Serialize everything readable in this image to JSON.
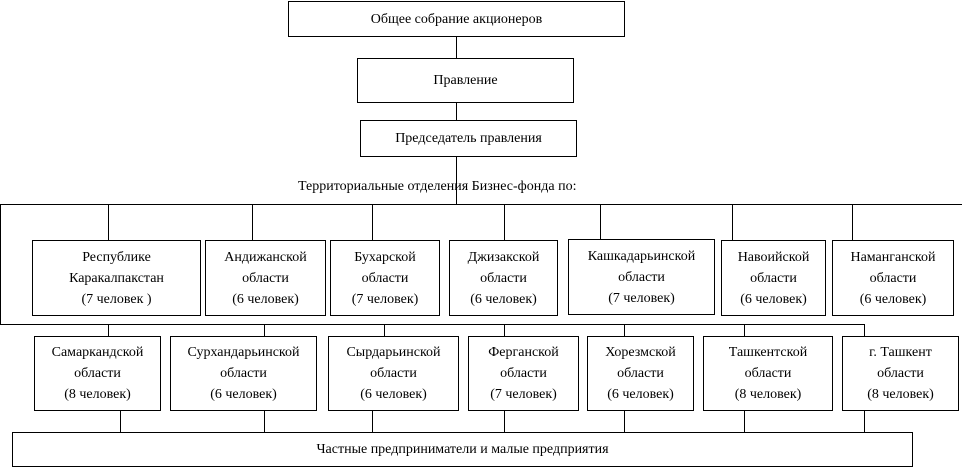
{
  "top": {
    "shareholders": "Общее собрание акционеров",
    "board": "Правление",
    "chairman": "Председатель правления"
  },
  "caption": "Территориальные отделения Бизнес-фонда по:",
  "branches_row1": [
    {
      "name": "Республике",
      "line2": "Каракалпакстан",
      "staff": "(7 человек )"
    },
    {
      "name": "Андижанской",
      "line2": "области",
      "staff": "(6 человек)"
    },
    {
      "name": "Бухарской",
      "line2": "области",
      "staff": "(7 человек)"
    },
    {
      "name": "Джизакской",
      "line2": "области",
      "staff": "(6 человек)"
    },
    {
      "name": "Кашкадарьинской",
      "line2": "области",
      "staff": "(7 человек)"
    },
    {
      "name": "Навоийской",
      "line2": "области",
      "staff": "(6 человек)"
    },
    {
      "name": "Наманганской",
      "line2": "области",
      "staff": "(6 человек)"
    }
  ],
  "branches_row2": [
    {
      "name": "Самаркандской",
      "line2": "области",
      "staff": "(8 человек)"
    },
    {
      "name": "Сурхандарьинской",
      "line2": "области",
      "staff": "(6 человек)"
    },
    {
      "name": "Сырдарьинской",
      "line2": "области",
      "staff": "(6 человек)"
    },
    {
      "name": "Ферганской",
      "line2": "области",
      "staff": "(7 человек)"
    },
    {
      "name": "Хорезмской",
      "line2": "области",
      "staff": "(6 человек)"
    },
    {
      "name": "Ташкентской",
      "line2": "области",
      "staff": "(8 человек)"
    },
    {
      "name": "г. Ташкент",
      "line2": "области",
      "staff": "(8 человек)"
    }
  ],
  "bottom": "Частные предприниматели и малые предприятия"
}
